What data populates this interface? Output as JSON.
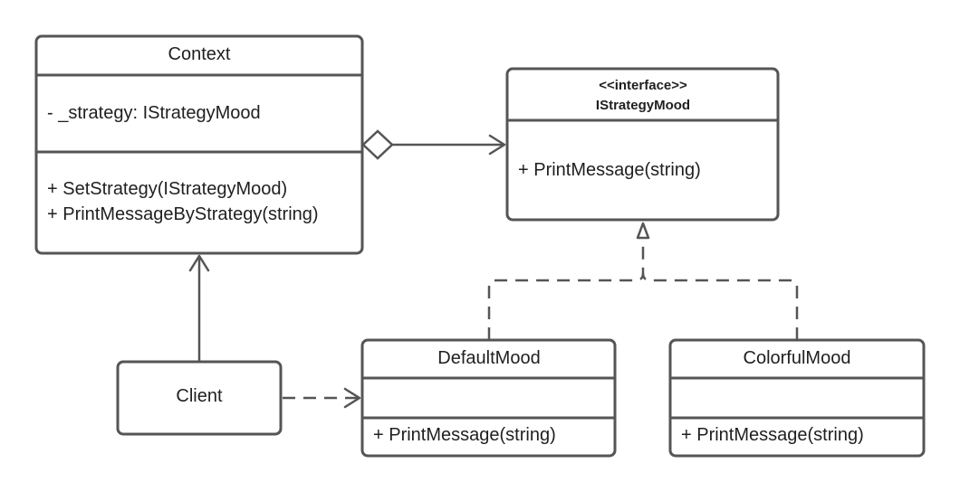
{
  "classes": {
    "context": {
      "name": "Context",
      "attributes": [
        "- _strategy: IStrategyMood"
      ],
      "methods": [
        "+ SetStrategy(IStrategyMood)",
        "+ PrintMessageByStrategy(string)"
      ]
    },
    "istrategymood": {
      "stereotype": "<<interface>>",
      "name": "IStrategyMood",
      "methods": [
        "+ PrintMessage(string)"
      ]
    },
    "client": {
      "name": "Client"
    },
    "defaultmood": {
      "name": "DefaultMood",
      "methods": [
        "+ PrintMessage(string)"
      ]
    },
    "colorfulmood": {
      "name": "ColorfulMood",
      "methods": [
        "+ PrintMessage(string)"
      ]
    }
  },
  "relationships": [
    {
      "type": "aggregation",
      "from": "Context",
      "to": "IStrategyMood"
    },
    {
      "type": "association",
      "from": "Client",
      "to": "Context"
    },
    {
      "type": "dependency",
      "from": "Client",
      "to": "DefaultMood"
    },
    {
      "type": "realization",
      "from": "DefaultMood",
      "to": "IStrategyMood"
    },
    {
      "type": "realization",
      "from": "ColorfulMood",
      "to": "IStrategyMood"
    }
  ],
  "colors": {
    "stroke": "#555555",
    "text": "#1f1f1f",
    "fill": "#ffffff"
  }
}
